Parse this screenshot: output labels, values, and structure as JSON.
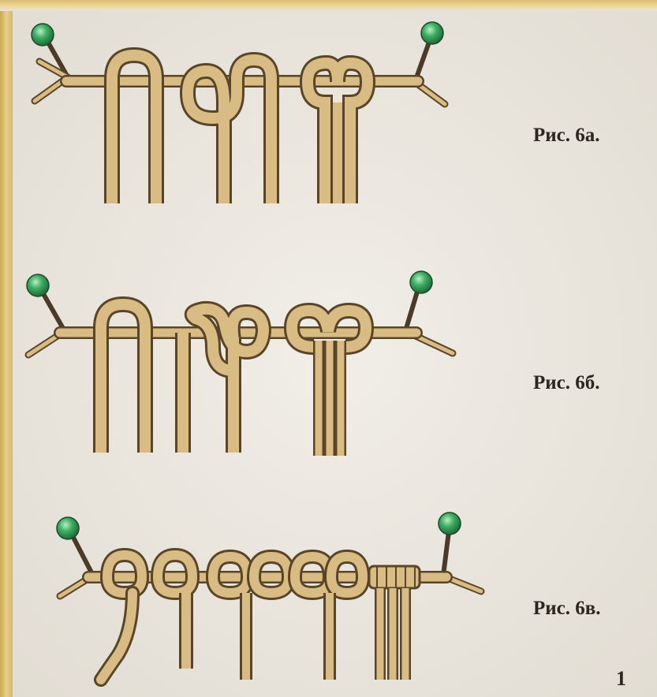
{
  "figures": [
    {
      "id": "6a",
      "caption": "Рис. 6а."
    },
    {
      "id": "6b",
      "caption": "Рис. 6б."
    },
    {
      "id": "6v",
      "caption": "Рис. 6в."
    }
  ],
  "page_number": "1",
  "colors": {
    "background": "#ece8e0",
    "cord": "#d9bc84",
    "cord_outline": "#5a4528",
    "pin_head": "#3a9a5a",
    "frame": "#d6b86a",
    "caption_text": "#2c2620"
  }
}
